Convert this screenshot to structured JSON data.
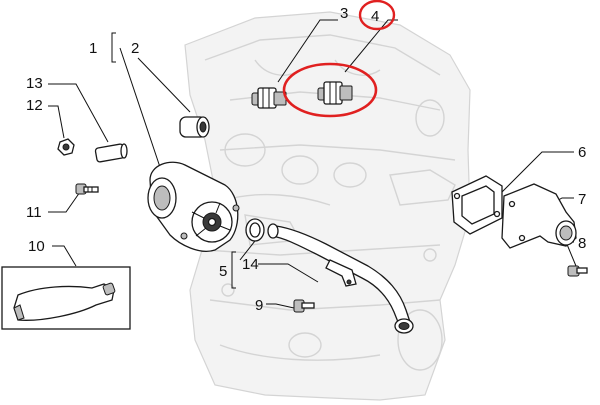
{
  "callouts": {
    "c1": "1",
    "c2": "2",
    "c3": "3",
    "c4": "4",
    "c5": "5",
    "c6": "6",
    "c7": "7",
    "c8": "8",
    "c9": "9",
    "c10": "10",
    "c11": "11",
    "c12": "12",
    "c13": "13",
    "c14": "14"
  },
  "colors": {
    "highlight": "#e02020",
    "line": "#1a1a1a",
    "ghost": "#d4d4d4"
  }
}
